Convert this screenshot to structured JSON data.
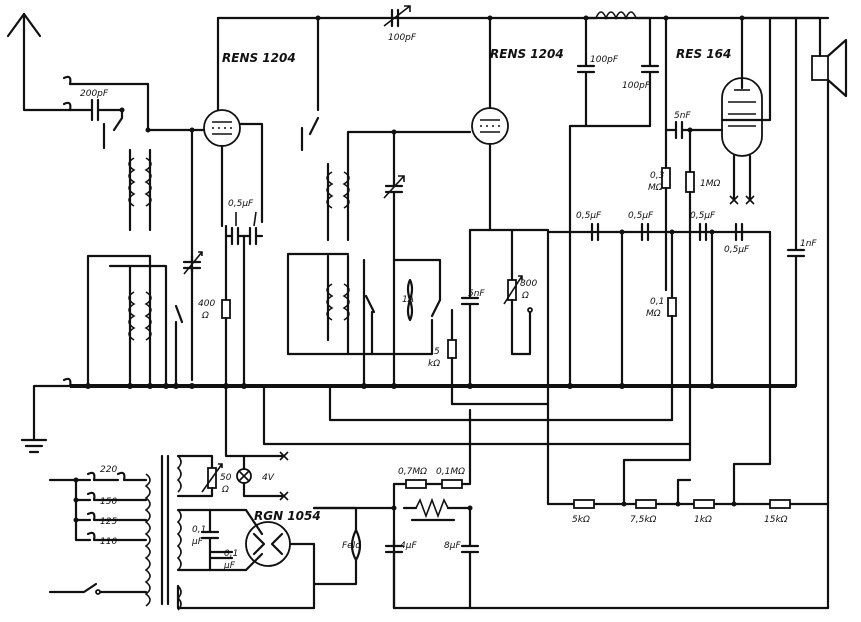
{
  "tubes": {
    "v1": "RENS 1204",
    "v2": "RENS 1204",
    "v3": "RES 164",
    "rectifier": "RGN 1054"
  },
  "capacitors": {
    "c_ant": "200pF",
    "c_coupling_top": "100pF",
    "c_tank_a": "100pF",
    "c_tank_b": "100pF",
    "c_grid3": "5nF",
    "c_v1_bypass": "0,5μF",
    "c_v2_bypass": "5nF",
    "c_a": "0,5μF",
    "c_b": "0,5μF",
    "c_c": "0,5μF",
    "c_d": "0,5μF",
    "c_speaker": "1nF",
    "c_psu_1": "0,1",
    "c_psu_1_unit": "μF",
    "c_psu_2": "0,1",
    "c_psu_2_unit": "μF",
    "c_filter_1": "4μF",
    "c_filter_2": "8μF"
  },
  "resistors": {
    "r_cathode_val": "400",
    "r_cathode_unit": "Ω",
    "r_v2_feed_val": "5",
    "r_v2_feed_unit": "kΩ",
    "r_pot_val": "800",
    "r_pot_unit": "Ω",
    "r_grid_a_val": "0,3",
    "r_grid_a_unit": "MΩ",
    "r_grid_b": "1MΩ",
    "r_plate_val": "0,1",
    "r_plate_unit": "MΩ",
    "r_div_1": "0,7MΩ",
    "r_div_2": "0,1MΩ",
    "r_bleed_1": "5kΩ",
    "r_bleed_2": "7,5kΩ",
    "r_bleed_3": "1kΩ",
    "r_bleed_4": "15kΩ",
    "r_hum_val": "50",
    "r_hum_unit": "Ω"
  },
  "misc": {
    "lamp_voltage": "4V",
    "coupling_1a": "1A",
    "field_coil": "Feld"
  },
  "mains_taps": [
    "220",
    "150",
    "125",
    "110"
  ]
}
